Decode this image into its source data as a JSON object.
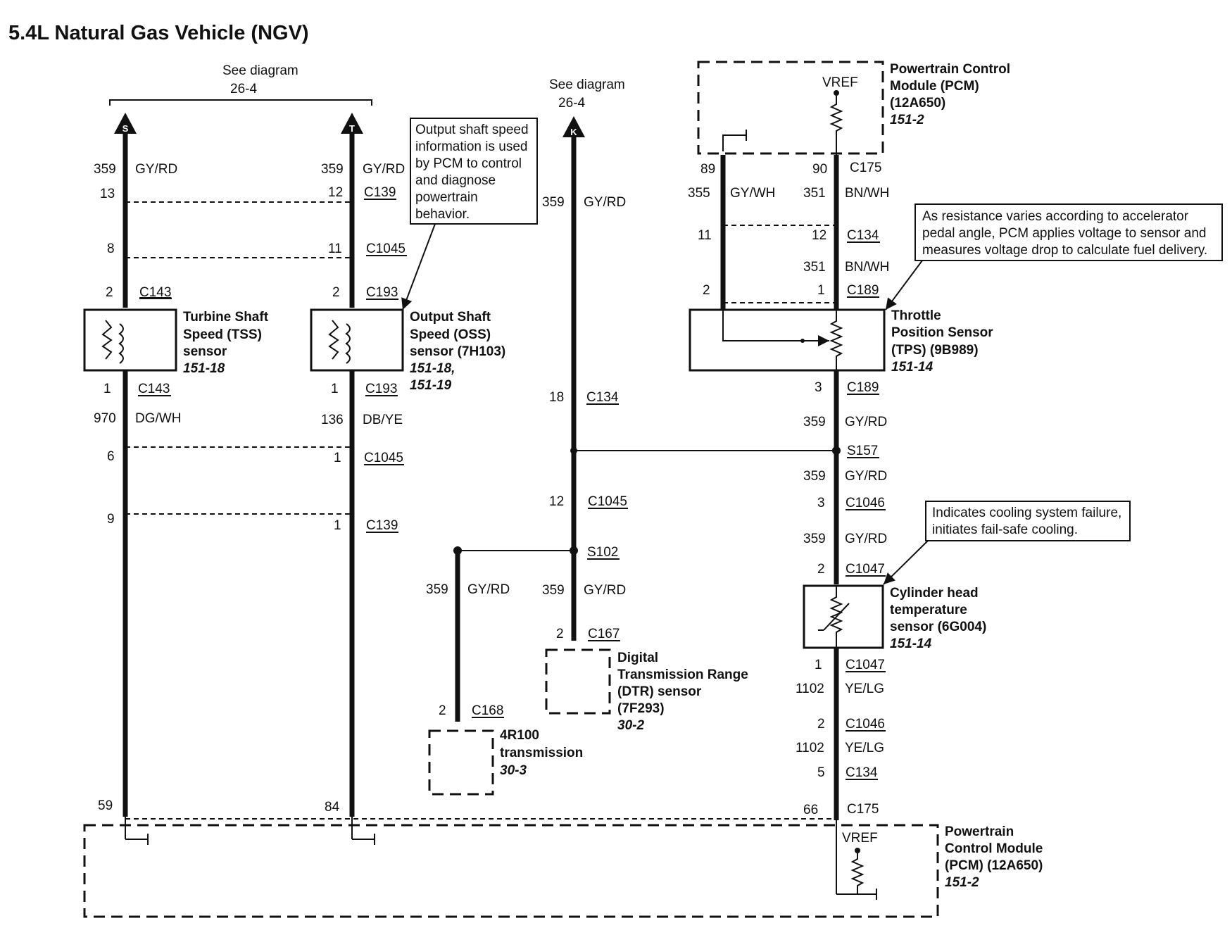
{
  "title": "5.4L Natural Gas Vehicle (NGV)",
  "see_diagram_1": {
    "line1": "See diagram",
    "line2": "26-4"
  },
  "see_diagram_2": {
    "line1": "See diagram",
    "line2": "26-4"
  },
  "connector_letters": {
    "s": "S",
    "t": "T",
    "k": "K"
  },
  "tss_circuit": {
    "top_circuit": "359",
    "top_color": "GY/RD",
    "pin_13": "13",
    "pin_8": "8",
    "pin_2": "2",
    "conn_c143_top": "C143",
    "pin_1": "1",
    "conn_c143_bottom": "C143",
    "bottom_circuit": "970",
    "bottom_color": "DG/WH",
    "pin_6": "6",
    "pin_9": "9",
    "pin_59": "59"
  },
  "tss_sensor": {
    "line1": "Turbine Shaft",
    "line2": "Speed (TSS)",
    "line3": "sensor",
    "ref": "151-18"
  },
  "oss_circuit": {
    "top_circuit": "359",
    "top_color": "GY/RD",
    "pin_12": "12",
    "conn_c139": "C139",
    "pin_11": "11",
    "conn_c1045": "C1045",
    "pin_2": "2",
    "conn_c193_top": "C193",
    "pin_1": "1",
    "conn_c193_bottom": "C193",
    "bottom_circuit": "136",
    "bottom_color": "DB/YE",
    "pin_1b": "1",
    "conn_c1045_b": "C1045",
    "pin_1c": "1",
    "conn_c139_b": "C139",
    "pin_84": "84"
  },
  "oss_sensor": {
    "line1": "Output Shaft",
    "line2": "Speed (OSS)",
    "line3": "sensor (7H103)",
    "ref1": "151-18,",
    "ref2": "151-19"
  },
  "oss_note": [
    "Output shaft speed",
    "information is used",
    "by PCM to control",
    "and diagnose",
    "powertrain",
    "behavior."
  ],
  "k_circuit": {
    "circuit": "359",
    "color": "GY/RD",
    "pin_18": "18",
    "conn_c134": "C134",
    "pin_12": "12",
    "conn_c1045": "C1045",
    "splice_s102": "S102",
    "left_circuit": "359",
    "left_color": "GY/RD",
    "right_circuit": "359",
    "right_color": "GY/RD",
    "pin_2": "2",
    "conn_c167": "C167",
    "pin_2b": "2",
    "conn_c168": "C168"
  },
  "dtr_sensor": {
    "line1": "Digital",
    "line2": "Transmission Range",
    "line3": "(DTR) sensor",
    "line4": "(7F293)",
    "ref": "30-2"
  },
  "transmission": {
    "line1": "4R100",
    "line2": "transmission",
    "ref": "30-3"
  },
  "pcm_top": {
    "vref": "VREF",
    "line1": "Powertrain Control",
    "line2": "Module (PCM)",
    "line3": "(12A650)",
    "ref": "151-2"
  },
  "tps_circuit": {
    "pin_89": "89",
    "pin_90": "90",
    "conn_c175": "C175",
    "left_circuit": "355",
    "left_color": "GY/WH",
    "right_circuit": "351",
    "right_color": "BN/WH",
    "pin_11": "11",
    "pin_12": "12",
    "conn_c134": "C134",
    "circuit_351b": "351",
    "color_351b": "BN/WH",
    "pin_2": "2",
    "pin_1": "1",
    "conn_c189": "C189",
    "pin_3": "3",
    "conn_c189_b": "C189",
    "circuit_359a": "359",
    "color_359a": "GY/RD",
    "splice_s157": "S157",
    "circuit_359b": "359",
    "color_359b": "GY/RD",
    "pin_3b": "3",
    "conn_c1046": "C1046",
    "circuit_359c": "359",
    "color_359c": "GY/RD",
    "pin_2b": "2",
    "conn_c1047": "C1047",
    "pin_1b": "1",
    "conn_c1047_b": "C1047",
    "circuit_1102a": "1102",
    "color_1102a": "YE/LG",
    "pin_2c": "2",
    "conn_c1046_b": "C1046",
    "circuit_1102b": "1102",
    "color_1102b": "YE/LG",
    "pin_5": "5",
    "conn_c134_b": "C134",
    "pin_66": "66",
    "conn_c175_b": "C175"
  },
  "tps_note": [
    "As resistance varies according to accelerator",
    "pedal angle, PCM applies voltage to sensor and",
    "measures voltage drop to calculate fuel delivery."
  ],
  "tps_sensor": {
    "line1": "Throttle",
    "line2": "Position Sensor",
    "line3": "(TPS) (9B989)",
    "ref": "151-14"
  },
  "cht_note": [
    "Indicates cooling system failure,",
    "initiates fail-safe cooling."
  ],
  "cht_sensor": {
    "line1": "Cylinder head",
    "line2": "temperature",
    "line3": "sensor (6G004)",
    "ref": "151-14"
  },
  "pcm_bottom": {
    "vref": "VREF",
    "line1": "Powertrain",
    "line2": "Control Module",
    "line3": "(PCM) (12A650)",
    "ref": "151-2"
  }
}
